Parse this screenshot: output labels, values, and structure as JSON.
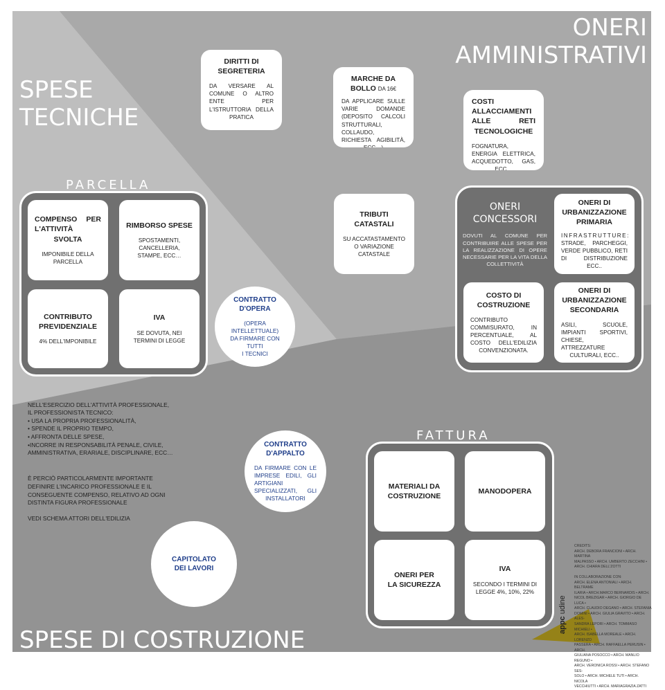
{
  "sections": {
    "spese_tecniche": "SPESE\nTECNICHE",
    "oneri_amministrativi": "ONERI\nAMMINISTRATIVI",
    "spese_costruzione": "SPESE DI COSTRUZIONE"
  },
  "parcella": {
    "label": "PARCELLA",
    "items": [
      {
        "title": "COMPENSO PER L'ATTIVITÀ SVOLTA",
        "body": "IMPONIBILE DELLA PARCELLA"
      },
      {
        "title": "RIMBORSO SPESE",
        "body": "SPOSTAMENTI,\nCANCELLERIA,\nSTAMPE, ECC…"
      },
      {
        "title": "CONTRIBUTO\nPREVIDENZIALE",
        "body": "4% DELL'IMPONIBILE"
      },
      {
        "title": "IVA",
        "body": "SE DOVUTA, NEI\nTERMINI DI LEGGE"
      }
    ]
  },
  "admin_cards": {
    "diritti": {
      "title": "DIRITTI DI\nSEGRETERIA",
      "body": "DA VERSARE AL COMUNE O ALTRO ENTE PER L'ISTRUTTORIA DELLA PRATICA"
    },
    "marche": {
      "title": "MARCHE DA\nBOLLO",
      "title_suffix": "DA 16€",
      "body": "DA APPLICARE SULLE VARIE DOMANDE (DEPOSITO CALCOLI STRUTTURALI, COLLAUDO, RICHIESTA AGIBILITÀ, ECC…)"
    },
    "costi": {
      "title": "COSTI ALLACCIAMENTI ALLE RETI TECNOLOGICHE",
      "body": "FOGNATURA, ENERGIA ELETTRICA, ACQUEDOTTO, GAS, ECC…"
    },
    "tributi": {
      "title": "TRIBUTI CATASTALI",
      "body": "SU ACCATASTAMENTO O VARIAZIONE CATASTALE"
    }
  },
  "oneri_concessori": {
    "title": "ONERI\nCONCESSORI",
    "body": "DOVUTI AL COMUNE PER CONTRIBUIRE ALLE SPESE PER LA REALIZZAZIONE DI OPERE NECESSARIE PER LA VITA DELLA COLLETTIVITÀ",
    "primaria": {
      "title": "ONERI DI\nURBANIZZAZIONE\nPRIMARIA",
      "body_head": "INFRASTRUTTURE:",
      "body": "STRADE, PARCHEGGI, VERDE PUBBLICO, RETI DI DISTRIBUZIONE ECC.."
    },
    "costo": {
      "title": "COSTO DI\nCOSTRUZIONE",
      "body": "CONTRIBUTO COMMISURATO, IN PERCENTUALE, AL COSTO DELL'EDILIZIA CONVENZIONATA."
    },
    "secondaria": {
      "title": "ONERI DI\nURBANIZZAZIONE\nSECONDARIA",
      "body": "ASILI, SCUOLE, IMPIANTI SPORTIVI, CHIESE, ATTREZZATURE CULTURALI, ECC.."
    }
  },
  "circles": {
    "opera": {
      "title": "CONTRATTO D'OPERA",
      "body": "(OPERA INTELLETTUALE)\nDA FIRMARE CON TUTTI\nI TECNICI"
    },
    "appalto": {
      "title": "CONTRATTO\nD'APPALTO",
      "body": "DA FIRMARE CON LE IMPRESE EDILI, GLI ARTIGIANI SPECIALIZZATI, GLI INSTALLATORI"
    },
    "capitolato": {
      "title": "CAPITOLATO\nDEI LAVORI",
      "body": ""
    }
  },
  "notes": {
    "text1": "NELL'ESERCIZIO DELL'ATTIVITÀ PROFESSIONALE,\nIL PROFESSIONISTA TECNICO:\n• USA LA PROPRIA PROFESSIONALITÀ,\n• SPENDE IL PROPRIO TEMPO,\n• AFFRONTA DELLE SPESE,\n•INCORRE IN RESPONSABILITÀ PENALE, CIVILE, AMMINISTRATIVA, ERARIALE, DISCIPLINARE, ECC…",
    "text2": "È PERCIÒ PARTICOLARMENTE IMPORTANTE DEFINIRE L'INCARICO PROFESSIONALE E IL CONSEGUENTE COMPENSO, RELATIVO AD OGNI DISTINTA FIGURA PROFESSIONALE",
    "text3": "VEDI SCHEMA ATTORI DELL'EDILIZIA"
  },
  "fattura": {
    "label": "FATTURA",
    "items": [
      {
        "title": "MATERIALI DA\nCOSTRUZIONE",
        "body": ""
      },
      {
        "title": "MANODOPERA",
        "body": ""
      },
      {
        "title": "ONERI PER\nLA SICUREZZA",
        "body": ""
      },
      {
        "title": "IVA",
        "body": "SECONDO I TERMINI DI\nLEGGE 4%, 10%, 22%"
      }
    ]
  },
  "credits": {
    "text": "CREDITS:\nARCH. DEBORA FRANCIONI • ARCH. MARTINA\nMALPASSO • ARCH. UMBERTO ZECCHINI •\nARCH. CHIARA DELL'ZOTTI\n\nIN COLLABORAZIONE CON:\nARCH. ELENA ANTONIALI • ARCH. BELTRAME\nILARIA • ARCH.MARCO BERNARDIS • ARCH.\nNICOL BREZIGAR • ARCH. GIORGIO DE LUCA •\nARCH. CLAUDIO DEGANO • ARCH. STEFANIA\nDOMINI • ARCH. GIULIA GRAVITO • ARCH. ALES-\nSANDRA LEPORI • ARCH. TOMMASO MICHIELI •\nARCH. ISABELLA MOREALE • ARCH. LORENZO\nPASSERA • ARCH. RAFFAELLA PERUSIN • ARCH.\nGIULIANA POSOCCO • ARCH. MANLIO REGUNO •\nARCH. VERONICA ROSSI • ARCH. STEFANO SES-\nSOLO • ARCH. MICHELE TUTI • ARCH. NICOLA\nVECCHIUTTI • ARCH. MARIAGRAZIA ZATTI",
    "logo_bold": "appc",
    "logo_light": " udine"
  },
  "colors": {
    "band_light": "#bebebe",
    "band_mid": "#a9a9a9",
    "band_dark": "#939393",
    "band_lightest": "#d4d4d4",
    "group_fill": "#707070",
    "circle_text": "#1f3e8a",
    "logo_accent": "#958218"
  }
}
